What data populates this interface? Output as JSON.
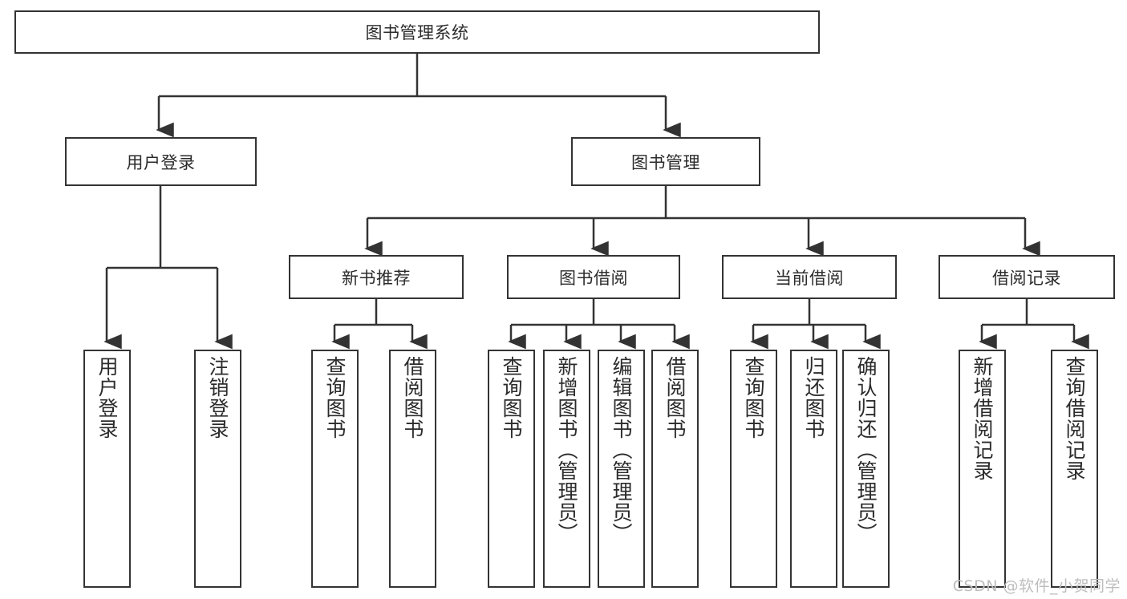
{
  "diagram": {
    "type": "hierarchy-tree",
    "title_node": "图书管理系统",
    "colors": {
      "box_border": "#333333",
      "box_fill": "#ffffff",
      "text": "#2b2b2b",
      "line": "#333333",
      "watermark": "#bdbdbd",
      "background": "#ffffff"
    },
    "levels": {
      "root": {
        "label": "图书管理系统"
      },
      "level2": [
        {
          "label": "用户登录"
        },
        {
          "label": "图书管理"
        }
      ],
      "level3": [
        {
          "label": "新书推荐"
        },
        {
          "label": "图书借阅"
        },
        {
          "label": "当前借阅"
        },
        {
          "label": "借阅记录"
        }
      ],
      "leaves": [
        {
          "label": "用户登录",
          "parent": "用户登录"
        },
        {
          "label": "注销登录",
          "parent": "用户登录"
        },
        {
          "label": "查询图书",
          "parent": "新书推荐"
        },
        {
          "label": "借阅图书",
          "parent": "新书推荐"
        },
        {
          "label": "查询图书",
          "parent": "图书借阅"
        },
        {
          "label": "新增图书（管理员）",
          "parent": "图书借阅"
        },
        {
          "label": "编辑图书（管理员）",
          "parent": "图书借阅"
        },
        {
          "label": "借阅图书",
          "parent": "图书借阅"
        },
        {
          "label": "查询图书",
          "parent": "当前借阅"
        },
        {
          "label": "归还图书",
          "parent": "当前借阅"
        },
        {
          "label": "确认归还（管理员）",
          "parent": "当前借阅"
        },
        {
          "label": "新增借阅记录",
          "parent": "借阅记录"
        },
        {
          "label": "查询借阅记录",
          "parent": "借阅记录"
        }
      ]
    }
  },
  "watermark": {
    "text": "CSDN @软件_小贺同学"
  }
}
